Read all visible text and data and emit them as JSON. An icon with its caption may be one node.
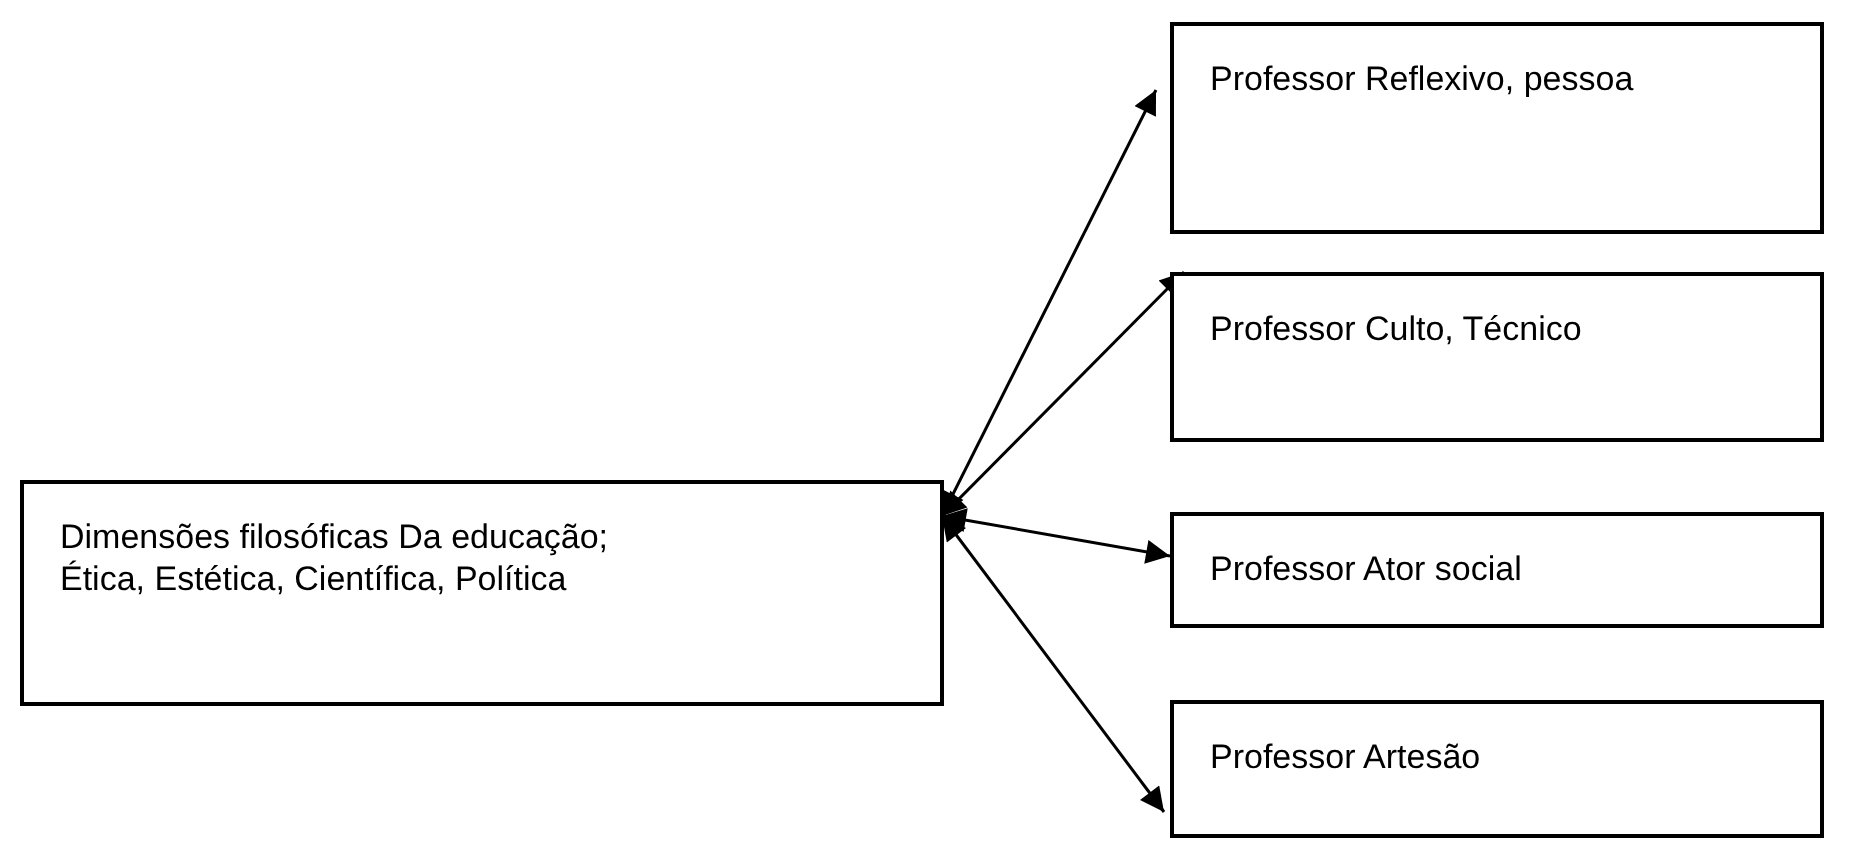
{
  "diagram": {
    "nodes": [
      {
        "text": [
          "Dimensões filosóficas Da educação;",
          "Ética, Estética, Científica, Política"
        ]
      },
      {
        "text": [
          "Professor Reflexivo, pessoa"
        ]
      },
      {
        "text": [
          "Professor Culto, Técnico"
        ]
      },
      {
        "text": [
          "Professor Ator social"
        ]
      },
      {
        "text": [
          "Professor Artesão"
        ]
      }
    ],
    "edges": [
      {
        "from": 0,
        "to": 1,
        "arrow": "both"
      },
      {
        "from": 0,
        "to": 2,
        "arrow": "both"
      },
      {
        "from": 0,
        "to": 3,
        "arrow": "both"
      },
      {
        "from": 0,
        "to": 4,
        "arrow": "both"
      }
    ]
  }
}
